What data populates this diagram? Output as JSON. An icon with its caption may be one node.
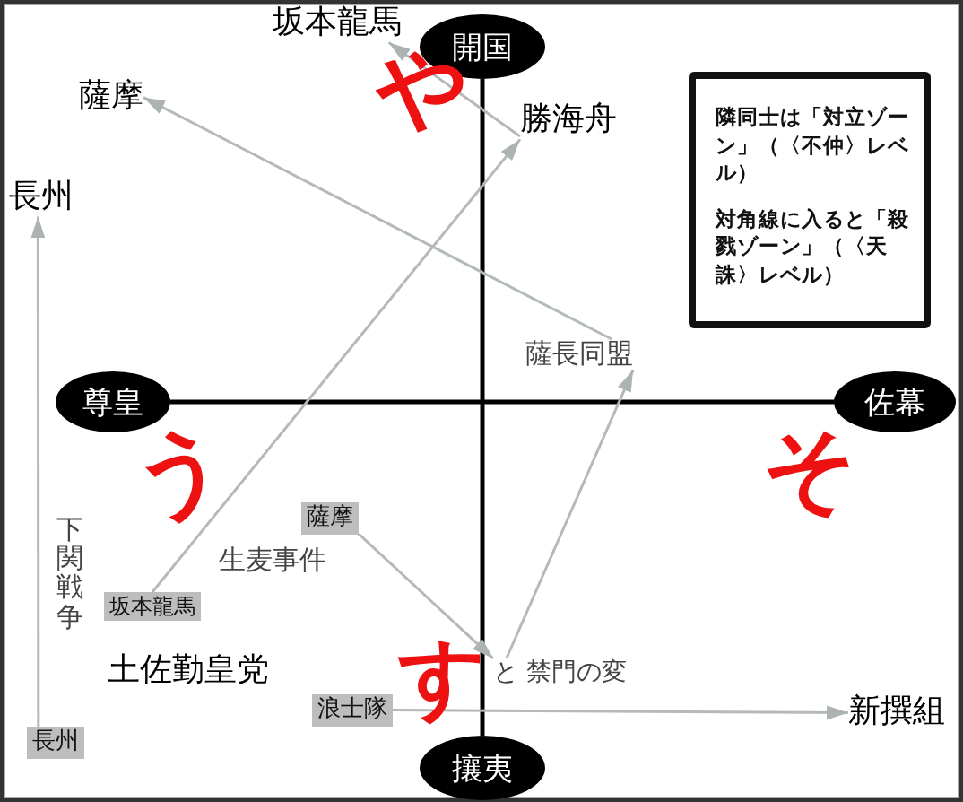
{
  "diagram": {
    "nodes": [
      {
        "text": [
          "坂本龍馬"
        ]
      },
      {
        "text": [
          "開国"
        ]
      },
      {
        "text": [
          "薩摩"
        ]
      },
      {
        "text": [
          "勝海舟"
        ]
      },
      {
        "text": [
          "隣同士は「対立ゾーン」（〈不仲〉レベル）",
          "対角線に入ると「殺戮ゾーン」（〈天誅〉レベル）"
        ]
      },
      {
        "text": [
          "長州"
        ]
      },
      {
        "text": [
          "薩長同盟"
        ]
      },
      {
        "text": [
          "尊皇"
        ]
      },
      {
        "text": [
          "佐幕"
        ]
      },
      {
        "text": [
          "薩摩"
        ]
      },
      {
        "text": [
          "坂本龍馬"
        ]
      },
      {
        "text": [
          "と 禁門の変"
        ]
      },
      {
        "text": [
          "浪士隊"
        ]
      },
      {
        "text": [
          "新撰組"
        ]
      },
      {
        "text": [
          "長州"
        ]
      },
      {
        "text": [
          "攘夷"
        ]
      }
    ],
    "edges": [
      {
        "from": 14,
        "to": 5,
        "arrow": "to",
        "label": "下関戦争"
      },
      {
        "from": 10,
        "to": 3,
        "arrow": "to"
      },
      {
        "from": 3,
        "to": 0,
        "arrow": "to"
      },
      {
        "from": 9,
        "to": 11,
        "arrow": "to",
        "label": "生麦事件"
      },
      {
        "from": 11,
        "to": 6,
        "arrow": "to"
      },
      {
        "from": 6,
        "to": 2,
        "arrow": "to"
      },
      {
        "from": 12,
        "to": 13,
        "arrow": "to"
      }
    ],
    "labels": [
      "や",
      "う",
      "そ",
      "土佐勤皇党",
      "す"
    ]
  }
}
